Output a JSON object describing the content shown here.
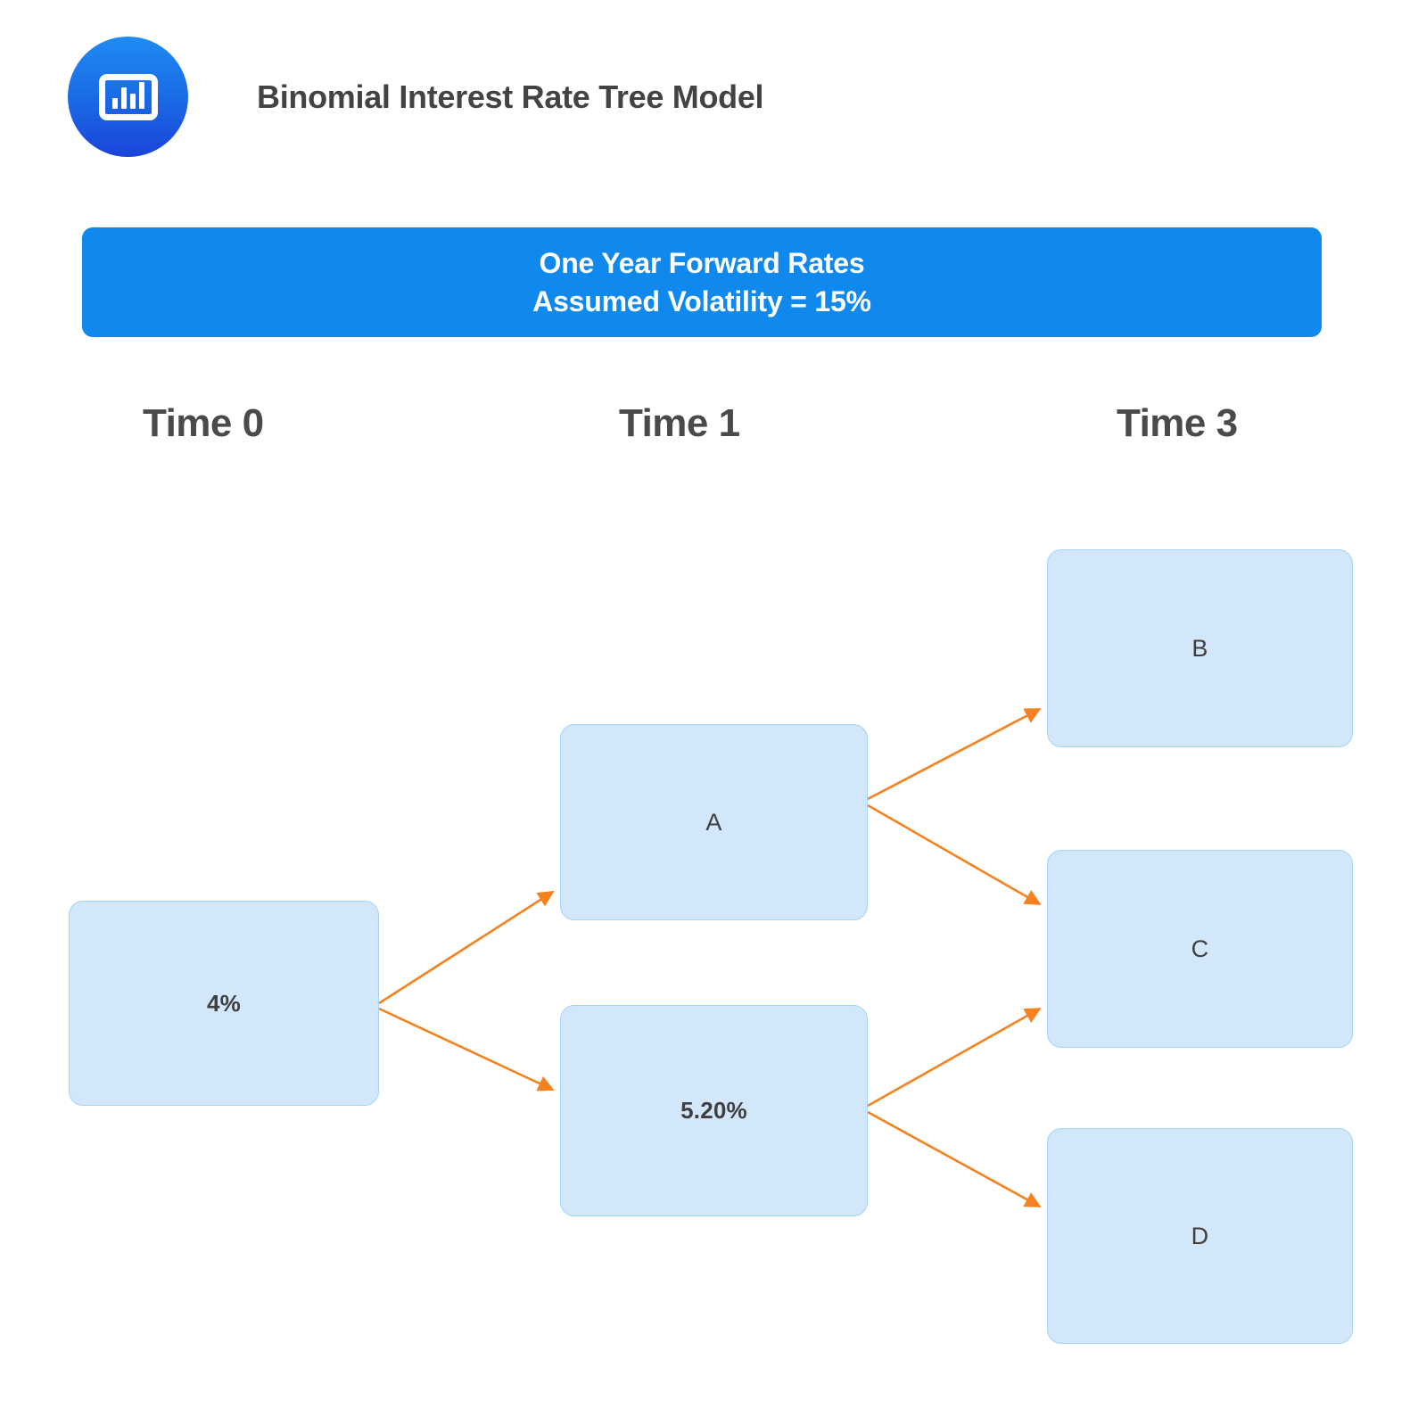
{
  "header": {
    "title": "Binomial Interest Rate Tree Model",
    "logo_icon": "bar-chart-icon",
    "logo_gradient_from": "#1f8bf4",
    "logo_gradient_to": "#1a45d8"
  },
  "banner": {
    "line1": "One Year Forward Rates",
    "line2": "Assumed Volatility = 15%",
    "background_color": "#1089ef",
    "text_color": "#ffffff"
  },
  "columns": [
    {
      "label": "Time 0"
    },
    {
      "label": "Time 1"
    },
    {
      "label": "Time 3"
    }
  ],
  "colors": {
    "node_fill": "#d3e7fb",
    "node_border": "#a6d4f6",
    "arrow": "#f5821f",
    "text": "#3f3f3f",
    "heading": "#4a4a4a"
  },
  "chart_data": {
    "type": "diagram",
    "title": "Binomial Interest Rate Tree Model",
    "subtitle": "One Year Forward Rates / Assumed Volatility = 15%",
    "columns": [
      "Time 0",
      "Time 1",
      "Time 3"
    ],
    "nodes": [
      {
        "id": "t0",
        "column": "Time 0",
        "label": "4%"
      },
      {
        "id": "a",
        "column": "Time 1",
        "label": "A"
      },
      {
        "id": "t1d",
        "column": "Time 1",
        "label": "5.20%"
      },
      {
        "id": "b",
        "column": "Time 3",
        "label": "B"
      },
      {
        "id": "c",
        "column": "Time 3",
        "label": "C"
      },
      {
        "id": "d",
        "column": "Time 3",
        "label": "D"
      }
    ],
    "edges": [
      {
        "from": "t0",
        "to": "a"
      },
      {
        "from": "t0",
        "to": "t1d"
      },
      {
        "from": "a",
        "to": "b"
      },
      {
        "from": "a",
        "to": "c"
      },
      {
        "from": "t1d",
        "to": "c"
      },
      {
        "from": "t1d",
        "to": "d"
      }
    ]
  },
  "nodes": {
    "t0": {
      "label": "4%"
    },
    "a": {
      "label": "A"
    },
    "t1d": {
      "label": "5.20%"
    },
    "b": {
      "label": "B"
    },
    "c": {
      "label": "C"
    },
    "d": {
      "label": "D"
    }
  }
}
